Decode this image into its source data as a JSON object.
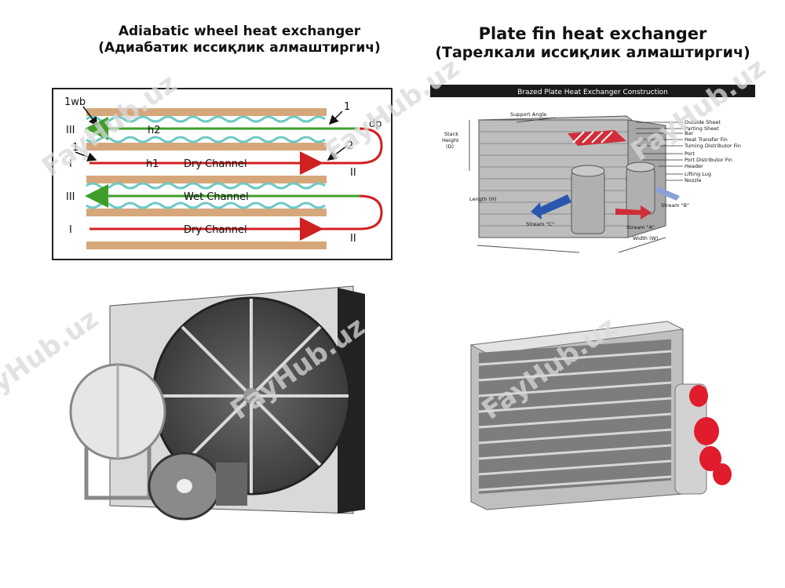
{
  "left": {
    "title": "Adiabatic wheel heat exchanger",
    "subtitle": "(Адиабатик иссиқлик алмаштиргич)",
    "diagram": {
      "label_1wb": "1wb",
      "label_1_top": "1",
      "label_h2": "h2",
      "label_dp": "dp",
      "label_III_1": "III",
      "label_I_small": "1",
      "label_2": "2",
      "label_I_1": "I",
      "label_h1": "h1",
      "dry_channel_1": "Dry Channel",
      "label_II_1": "II",
      "label_III_2": "III",
      "wet_channel": "Wet Channel",
      "label_I_2": "I",
      "dry_channel_2": "Dry Channel",
      "label_II_2": "II"
    }
  },
  "right": {
    "title": "Plate fin heat exchanger",
    "subtitle": "(Тарелкали иссиқлик алмаштиргич)",
    "diagram": {
      "banner": "Brazed Plate Heat Exchanger Construction",
      "support_angle": "Support Angle",
      "stack_height": "Stack",
      "stack_height2": "Height",
      "stack_height3": "(D)",
      "outside_sheet": "Outside Sheet",
      "parting_sheet": "Parting Sheet",
      "bar": "Bar",
      "heat_transfer_fin": "Heat Transfer Fin",
      "turning_fin": "Turning Distributor Fin",
      "port": "Port",
      "port_fin": "Port Distributor Fin",
      "header": "Header",
      "lifting_lug": "Lifting Lug",
      "nozzle": "Nozzle",
      "length": "Length (H)",
      "stream_b": "Stream \"B\"",
      "stream_c": "Stream \"C\"",
      "stream_a": "Stream \"A\"",
      "width": "Width (W)"
    }
  },
  "watermark_text": "FayHub.uz"
}
